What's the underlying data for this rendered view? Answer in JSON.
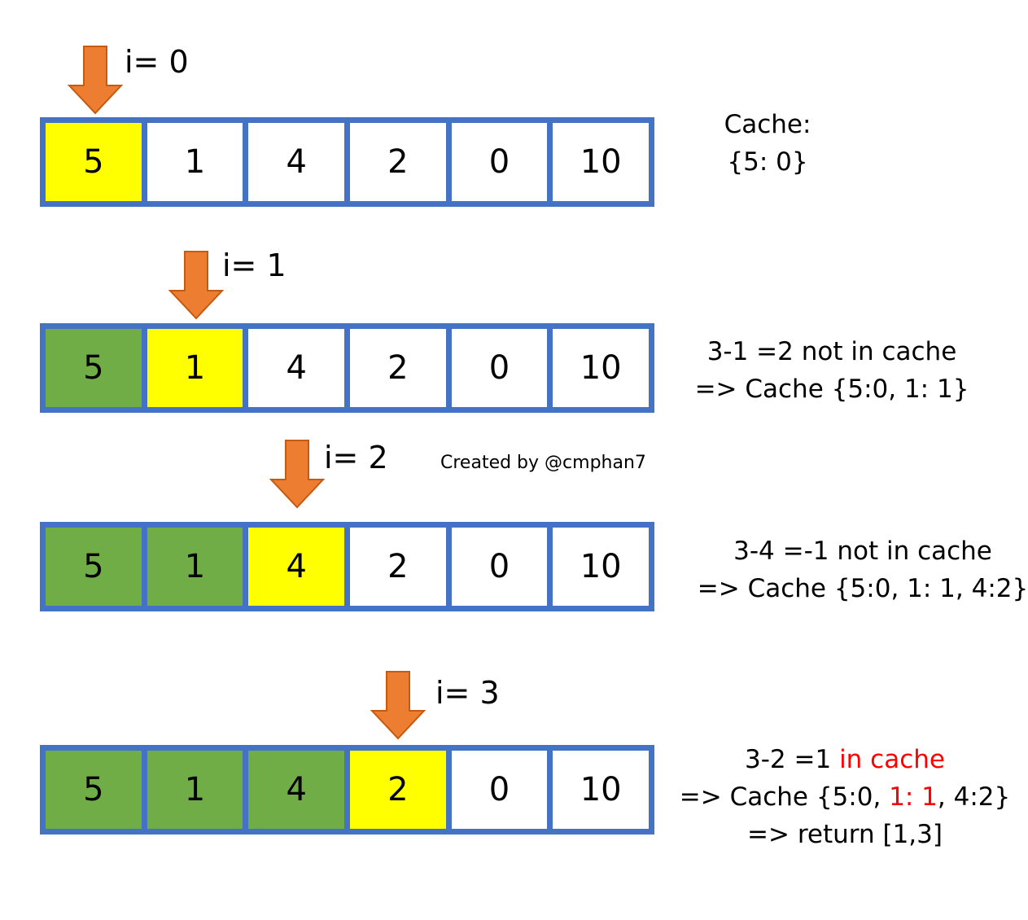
{
  "colors": {
    "border": "#4472c4",
    "visited": "#70ad47",
    "current": "#ffff00",
    "unvisited": "#ffffff",
    "arrow": "#ed7d31",
    "highlight_text": "#ff0000"
  },
  "array_values": [
    "5",
    "1",
    "4",
    "2",
    "0",
    "10"
  ],
  "steps": [
    {
      "index_label": "i= 0",
      "current_index": 0,
      "note_lines": [
        [
          {
            "text": "Cache:"
          }
        ],
        [
          {
            "text": "{5: 0}"
          }
        ]
      ]
    },
    {
      "index_label": "i= 1",
      "current_index": 1,
      "note_lines": [
        [
          {
            "text": "3-1 =2 not in cache"
          }
        ],
        [
          {
            "text": "=> Cache {5:0, 1: 1}"
          }
        ]
      ]
    },
    {
      "index_label": "i= 2",
      "current_index": 2,
      "note_lines": [
        [
          {
            "text": "3-4 =-1 not in cache"
          }
        ],
        [
          {
            "text": "=> Cache {5:0, 1: 1, 4:2}"
          }
        ]
      ]
    },
    {
      "index_label": "i= 3",
      "current_index": 3,
      "note_lines": [
        [
          {
            "text": "3-2 =1 "
          },
          {
            "text": "in cache",
            "highlight": true
          }
        ],
        [
          {
            "text": "=> Cache {5:0, "
          },
          {
            "text": "1: 1",
            "highlight": true
          },
          {
            "text": ", 4:2}"
          }
        ],
        [
          {
            "text": "=> return [1,3]"
          }
        ]
      ]
    }
  ],
  "credit": "Created by @cmphan7"
}
